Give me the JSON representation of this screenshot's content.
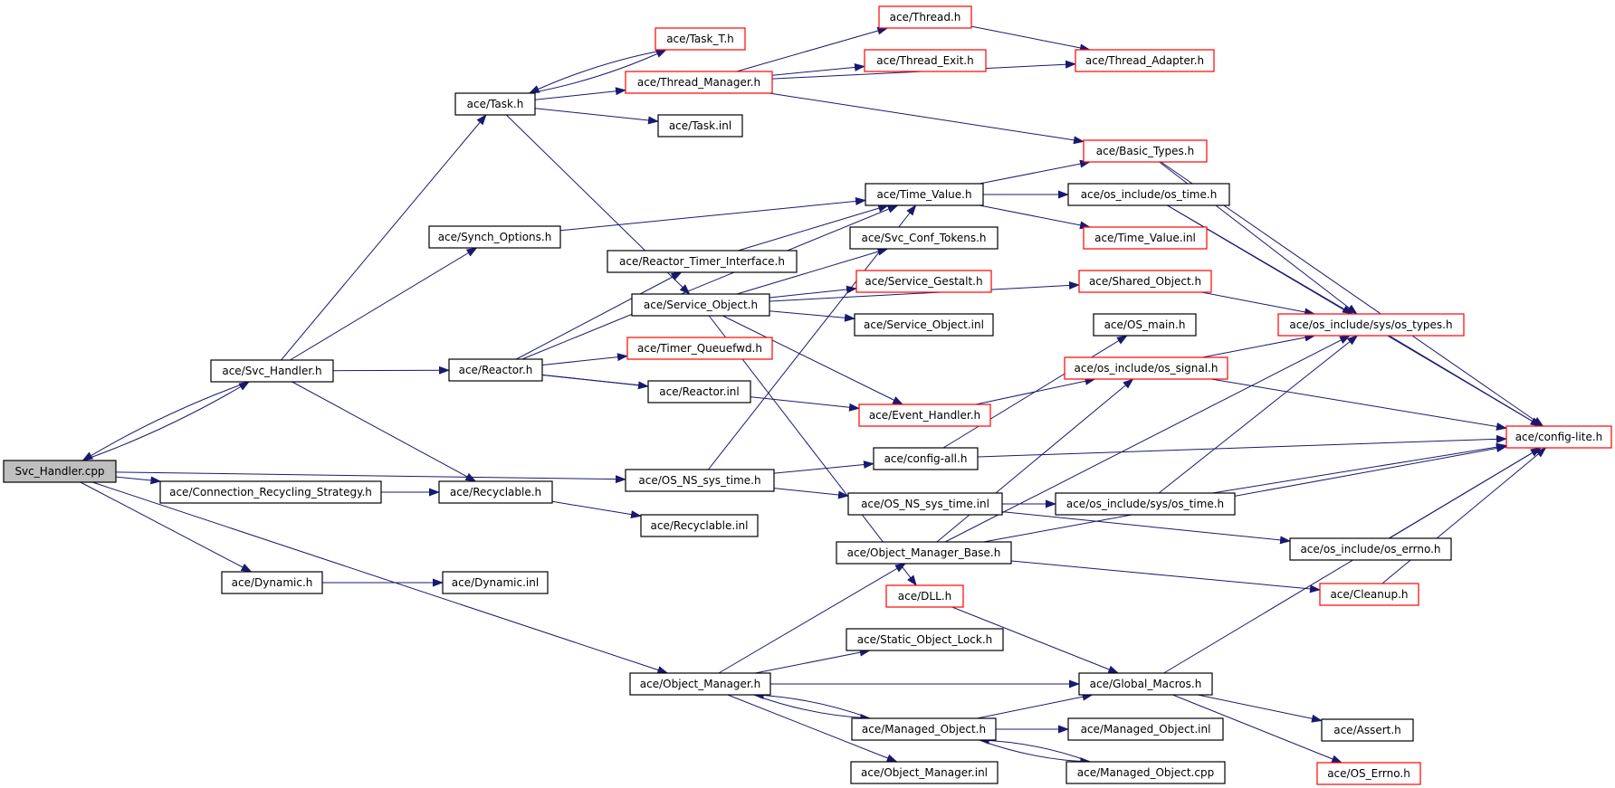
{
  "colors": {
    "edge": "#191970",
    "border_default": "#000000",
    "border_incomplete": "#ff0000",
    "root_fill": "#bfbfbf"
  },
  "nodes": [
    {
      "id": "svc_handler_cpp",
      "label": "Svc_Handler.cpp",
      "style": "root"
    },
    {
      "id": "svc_handler_h",
      "label": "ace/Svc_Handler.h",
      "style": "normal"
    },
    {
      "id": "task_h",
      "label": "ace/Task.h",
      "style": "normal"
    },
    {
      "id": "task_t_h",
      "label": "ace/Task_T.h",
      "style": "red"
    },
    {
      "id": "thread_manager_h",
      "label": "ace/Thread_Manager.h",
      "style": "red"
    },
    {
      "id": "task_inl",
      "label": "ace/Task.inl",
      "style": "normal"
    },
    {
      "id": "thread_h",
      "label": "ace/Thread.h",
      "style": "red"
    },
    {
      "id": "thread_exit_h",
      "label": "ace/Thread_Exit.h",
      "style": "red"
    },
    {
      "id": "thread_adapter_h",
      "label": "ace/Thread_Adapter.h",
      "style": "red"
    },
    {
      "id": "basic_types_h",
      "label": "ace/Basic_Types.h",
      "style": "red"
    },
    {
      "id": "synch_options_h",
      "label": "ace/Synch_Options.h",
      "style": "normal"
    },
    {
      "id": "time_value_h",
      "label": "ace/Time_Value.h",
      "style": "normal"
    },
    {
      "id": "os_time_h",
      "label": "ace/os_include/os_time.h",
      "style": "normal"
    },
    {
      "id": "time_value_inl",
      "label": "ace/Time_Value.inl",
      "style": "red"
    },
    {
      "id": "reactor_timer_interface_h",
      "label": "ace/Reactor_Timer_Interface.h",
      "style": "normal"
    },
    {
      "id": "svc_conf_tokens_h",
      "label": "ace/Svc_Conf_Tokens.h",
      "style": "normal"
    },
    {
      "id": "service_gestalt_h",
      "label": "ace/Service_Gestalt.h",
      "style": "red"
    },
    {
      "id": "service_object_h",
      "label": "ace/Service_Object.h",
      "style": "normal"
    },
    {
      "id": "shared_object_h",
      "label": "ace/Shared_Object.h",
      "style": "red"
    },
    {
      "id": "service_object_inl",
      "label": "ace/Service_Object.inl",
      "style": "normal"
    },
    {
      "id": "os_main_h",
      "label": "ace/OS_main.h",
      "style": "normal"
    },
    {
      "id": "os_types_h",
      "label": "ace/os_include/sys/os_types.h",
      "style": "red"
    },
    {
      "id": "reactor_h",
      "label": "ace/Reactor.h",
      "style": "normal"
    },
    {
      "id": "timer_queuefwd_h",
      "label": "ace/Timer_Queuefwd.h",
      "style": "red"
    },
    {
      "id": "os_signal_h",
      "label": "ace/os_include/os_signal.h",
      "style": "red"
    },
    {
      "id": "reactor_inl",
      "label": "ace/Reactor.inl",
      "style": "normal"
    },
    {
      "id": "event_handler_h",
      "label": "ace/Event_Handler.h",
      "style": "red"
    },
    {
      "id": "config_lite_h",
      "label": "ace/config-lite.h",
      "style": "red"
    },
    {
      "id": "config_all_h",
      "label": "ace/config-all.h",
      "style": "normal"
    },
    {
      "id": "os_ns_sys_time_h",
      "label": "ace/OS_NS_sys_time.h",
      "style": "normal"
    },
    {
      "id": "connection_recycling_strategy_h",
      "label": "ace/Connection_Recycling_Strategy.h",
      "style": "normal"
    },
    {
      "id": "recyclable_h",
      "label": "ace/Recyclable.h",
      "style": "normal"
    },
    {
      "id": "os_ns_sys_time_inl",
      "label": "ace/OS_NS_sys_time.inl",
      "style": "normal"
    },
    {
      "id": "sys_os_time_h",
      "label": "ace/os_include/sys/os_time.h",
      "style": "normal"
    },
    {
      "id": "recyclable_inl",
      "label": "ace/Recyclable.inl",
      "style": "normal"
    },
    {
      "id": "os_errno_h",
      "label": "ace/os_include/os_errno.h",
      "style": "normal"
    },
    {
      "id": "object_manager_base_h",
      "label": "ace/Object_Manager_Base.h",
      "style": "normal"
    },
    {
      "id": "dynamic_h",
      "label": "ace/Dynamic.h",
      "style": "normal"
    },
    {
      "id": "dynamic_inl",
      "label": "ace/Dynamic.inl",
      "style": "normal"
    },
    {
      "id": "dll_h",
      "label": "ace/DLL.h",
      "style": "red"
    },
    {
      "id": "cleanup_h",
      "label": "ace/Cleanup.h",
      "style": "red"
    },
    {
      "id": "static_object_lock_h",
      "label": "ace/Static_Object_Lock.h",
      "style": "normal"
    },
    {
      "id": "object_manager_h",
      "label": "ace/Object_Manager.h",
      "style": "normal"
    },
    {
      "id": "global_macros_h",
      "label": "ace/Global_Macros.h",
      "style": "normal"
    },
    {
      "id": "managed_object_h",
      "label": "ace/Managed_Object.h",
      "style": "normal"
    },
    {
      "id": "managed_object_inl",
      "label": "ace/Managed_Object.inl",
      "style": "normal"
    },
    {
      "id": "assert_h",
      "label": "ace/Assert.h",
      "style": "normal"
    },
    {
      "id": "object_manager_inl",
      "label": "ace/Object_Manager.inl",
      "style": "normal"
    },
    {
      "id": "managed_object_cpp",
      "label": "ace/Managed_Object.cpp",
      "style": "normal"
    },
    {
      "id": "os_errno_h_upper",
      "label": "ace/OS_Errno.h",
      "style": "red"
    }
  ],
  "edges": [
    [
      "svc_handler_cpp",
      "svc_handler_h"
    ],
    [
      "svc_handler_h",
      "svc_handler_cpp"
    ],
    [
      "svc_handler_cpp",
      "connection_recycling_strategy_h"
    ],
    [
      "svc_handler_cpp",
      "os_ns_sys_time_h"
    ],
    [
      "svc_handler_cpp",
      "dynamic_h"
    ],
    [
      "svc_handler_cpp",
      "object_manager_h"
    ],
    [
      "svc_handler_h",
      "task_h"
    ],
    [
      "svc_handler_h",
      "synch_options_h"
    ],
    [
      "svc_handler_h",
      "reactor_h"
    ],
    [
      "svc_handler_h",
      "recyclable_h"
    ],
    [
      "task_h",
      "task_t_h"
    ],
    [
      "task_t_h",
      "task_h"
    ],
    [
      "task_h",
      "thread_manager_h"
    ],
    [
      "task_h",
      "task_inl"
    ],
    [
      "task_h",
      "service_object_h"
    ],
    [
      "thread_manager_h",
      "thread_h"
    ],
    [
      "thread_manager_h",
      "thread_exit_h"
    ],
    [
      "thread_manager_h",
      "thread_adapter_h"
    ],
    [
      "thread_manager_h",
      "basic_types_h"
    ],
    [
      "thread_h",
      "thread_adapter_h"
    ],
    [
      "synch_options_h",
      "time_value_h"
    ],
    [
      "time_value_h",
      "basic_types_h"
    ],
    [
      "time_value_h",
      "os_time_h"
    ],
    [
      "time_value_h",
      "time_value_inl"
    ],
    [
      "basic_types_h",
      "os_types_h"
    ],
    [
      "basic_types_h",
      "config_lite_h"
    ],
    [
      "os_time_h",
      "os_types_h"
    ],
    [
      "os_time_h",
      "config_lite_h"
    ],
    [
      "reactor_h",
      "reactor_timer_interface_h"
    ],
    [
      "reactor_h",
      "time_value_h"
    ],
    [
      "reactor_h",
      "timer_queuefwd_h"
    ],
    [
      "reactor_h",
      "reactor_inl"
    ],
    [
      "reactor_h",
      "event_handler_h"
    ],
    [
      "reactor_timer_interface_h",
      "time_value_h"
    ],
    [
      "service_object_h",
      "svc_conf_tokens_h"
    ],
    [
      "service_object_h",
      "service_gestalt_h"
    ],
    [
      "service_object_h",
      "service_object_inl"
    ],
    [
      "service_object_h",
      "shared_object_h"
    ],
    [
      "service_object_h",
      "event_handler_h"
    ],
    [
      "service_object_h",
      "dll_h"
    ],
    [
      "shared_object_h",
      "os_types_h"
    ],
    [
      "event_handler_h",
      "os_signal_h"
    ],
    [
      "os_signal_h",
      "os_types_h"
    ],
    [
      "os_signal_h",
      "config_lite_h"
    ],
    [
      "os_types_h",
      "config_lite_h"
    ],
    [
      "os_ns_sys_time_h",
      "time_value_h"
    ],
    [
      "os_ns_sys_time_h",
      "config_all_h"
    ],
    [
      "os_ns_sys_time_h",
      "os_ns_sys_time_inl"
    ],
    [
      "config_all_h",
      "os_main_h"
    ],
    [
      "config_all_h",
      "config_lite_h"
    ],
    [
      "os_ns_sys_time_inl",
      "sys_os_time_h"
    ],
    [
      "os_ns_sys_time_inl",
      "os_errno_h"
    ],
    [
      "sys_os_time_h",
      "os_types_h"
    ],
    [
      "sys_os_time_h",
      "config_lite_h"
    ],
    [
      "os_errno_h",
      "config_lite_h"
    ],
    [
      "connection_recycling_strategy_h",
      "recyclable_h"
    ],
    [
      "recyclable_h",
      "recyclable_inl"
    ],
    [
      "dynamic_h",
      "dynamic_inl"
    ],
    [
      "object_manager_h",
      "object_manager_base_h"
    ],
    [
      "object_manager_h",
      "static_object_lock_h"
    ],
    [
      "object_manager_h",
      "global_macros_h"
    ],
    [
      "object_manager_h",
      "managed_object_h"
    ],
    [
      "managed_object_h",
      "object_manager_h"
    ],
    [
      "object_manager_h",
      "object_manager_inl"
    ],
    [
      "object_manager_base_h",
      "os_types_h"
    ],
    [
      "object_manager_base_h",
      "os_signal_h"
    ],
    [
      "object_manager_base_h",
      "cleanup_h"
    ],
    [
      "object_manager_base_h",
      "config_lite_h"
    ],
    [
      "cleanup_h",
      "config_lite_h"
    ],
    [
      "dll_h",
      "global_macros_h"
    ],
    [
      "global_macros_h",
      "config_lite_h"
    ],
    [
      "global_macros_h",
      "assert_h"
    ],
    [
      "global_macros_h",
      "os_errno_h_upper"
    ],
    [
      "managed_object_h",
      "global_macros_h"
    ],
    [
      "managed_object_h",
      "managed_object_inl"
    ],
    [
      "managed_object_h",
      "managed_object_cpp"
    ],
    [
      "managed_object_cpp",
      "managed_object_h"
    ]
  ]
}
